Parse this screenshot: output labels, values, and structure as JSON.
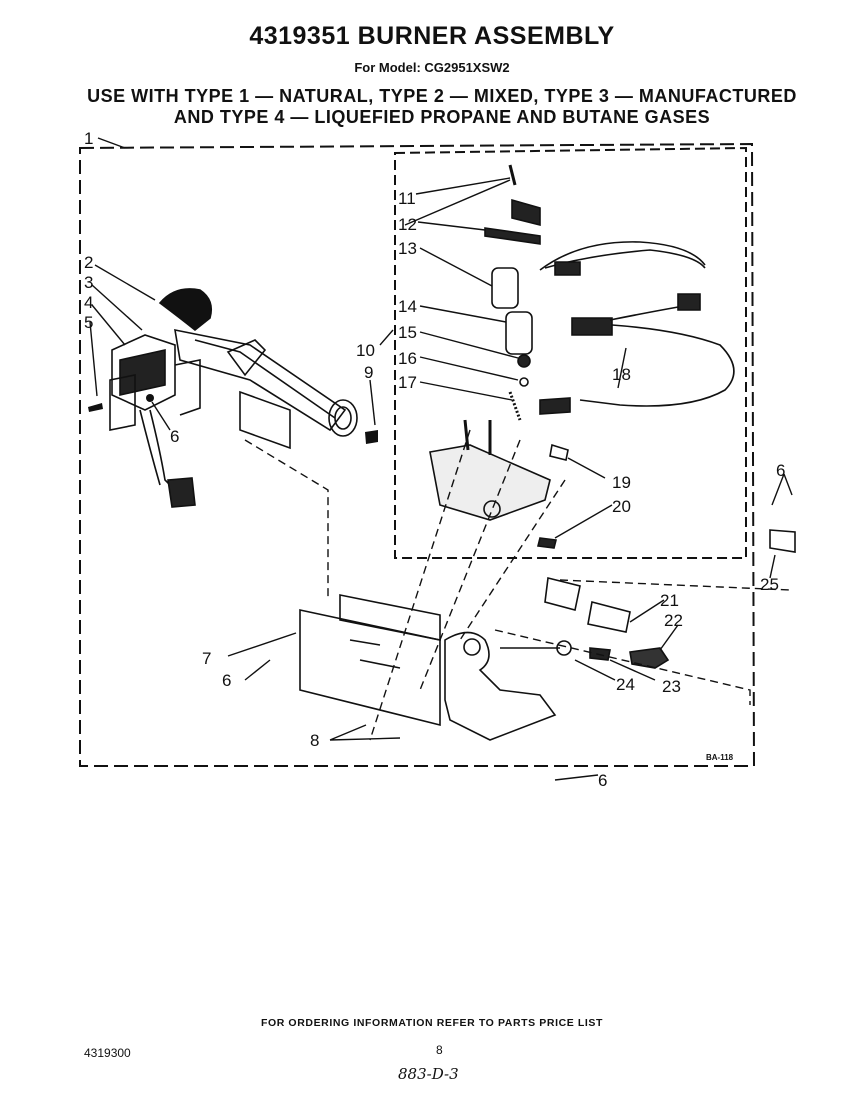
{
  "header": {
    "title": "4319351 BURNER ASSEMBLY",
    "model": "For Model: CG2951XSW2",
    "usage_line1": "USE WITH TYPE 1 — NATURAL, TYPE 2 — MIXED, TYPE 3 — MANUFACTURED",
    "usage_line2": "AND TYPE 4 — LIQUEFIED PROPANE AND BUTANE GASES"
  },
  "callouts": {
    "c1": "1",
    "c2": "2",
    "c3": "3",
    "c4": "4",
    "c5": "5",
    "c6a": "6",
    "c6b": "6",
    "c6c": "6",
    "c6d": "6",
    "c7": "7",
    "c8": "8",
    "c9": "9",
    "c10": "10",
    "c11": "11",
    "c12": "12",
    "c13": "13",
    "c14": "14",
    "c15": "15",
    "c16": "16",
    "c17": "17",
    "c18": "18",
    "c19": "19",
    "c20": "20",
    "c21": "21",
    "c22": "22",
    "c23": "23",
    "c24": "24",
    "c25": "25"
  },
  "diagram_code": "BA-118",
  "footer": {
    "ordering_note": "FOR ORDERING INFORMATION REFER TO PARTS PRICE LIST",
    "doc_number": "4319300",
    "page_number": "8",
    "handwritten": "883-D-3"
  }
}
